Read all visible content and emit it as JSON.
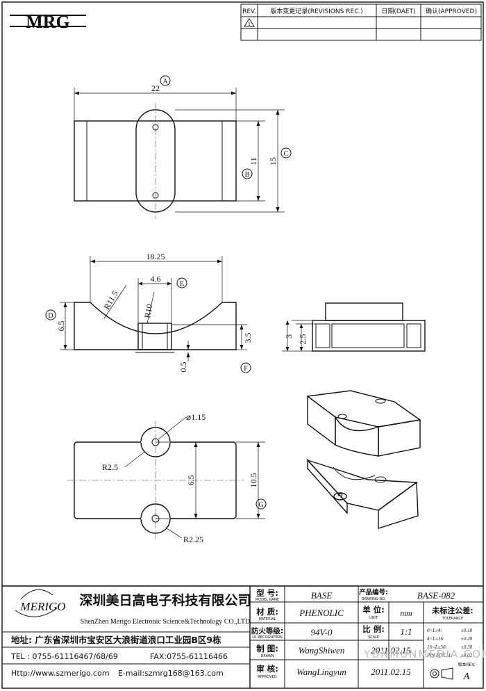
{
  "logo": {
    "brand": "MRG",
    "company_logo": "MERIGO"
  },
  "revisions": {
    "headers": [
      "REV.",
      "版本变更记录(REVISIONS REC.)",
      "日期(DAET)",
      "确认(APPROVED)"
    ],
    "first_rev_symbol": "1"
  },
  "top_view": {
    "width_dim": "22",
    "inner_height_dim": "11",
    "outer_height_dim": "15",
    "callout_a": "A",
    "callout_b": "B",
    "callout_c": "C"
  },
  "front_view": {
    "outer_width": "18.25",
    "slot_width": "4.6",
    "large_radius": "R11.5",
    "small_radius": "R10",
    "height": "6.5",
    "base_height": "3.5",
    "thickness": "0.5",
    "callout_d": "D",
    "callout_e": "E",
    "callout_f": "F"
  },
  "section_view": {
    "outer_dim": "3",
    "inner_dim": "2.5"
  },
  "bottom_view": {
    "hole_dia": "⌀1.15",
    "radius_small": "R2.5",
    "pin_pitch": "6.5",
    "height": "10.5",
    "radius_large": "R2.25",
    "callout_g": "G"
  },
  "title_block": {
    "company_cn": "深圳美日高电子科技有限公司",
    "company_en": "ShenZhen Merigo Electronic Science&Technology CO.,LTD",
    "address": "地址: 广东省深圳市宝安区大浪街道浪口工业园B区9栋",
    "tel": "TEL : 0755-61116467/68/69",
    "fax": "FAX:0755-61116466",
    "web": "Http://www.szmerigo.com",
    "email": "E-mail:szmrg168@163.com",
    "rows": [
      {
        "cn": "型 号:",
        "en": "MODEL NAME",
        "value": "BASE"
      },
      {
        "cn": "材 质:",
        "en": "MATERIAL",
        "value": "PHENOLIC"
      },
      {
        "cn": "防火等级:",
        "en": "UL RECOGNITION",
        "value": "94V-0"
      },
      {
        "cn": "制 图:",
        "en": "DRAWN",
        "value": "WangShiwen",
        "date": "2011.02.15"
      },
      {
        "cn": "审 核:",
        "en": "APPROVED",
        "value": "WangLingyun",
        "date": "2011.02.15"
      }
    ],
    "drawing_no_cn": "产品编号:",
    "drawing_no_en": "DRAWING NO.",
    "drawing_no": "BASE-082",
    "unit_cn": "单 位:",
    "unit_en": "UNIT",
    "unit": "mm",
    "scale_cn": "比 例:",
    "scale_en": "SCALE",
    "scale": "1:1",
    "tolerance_cn": "未标注公差:",
    "tolerance_en": "TOLERANCE",
    "tolerances": [
      {
        "range": "0<L≤4:",
        "tol": "±0.10"
      },
      {
        "range": "4<L≤16:",
        "tol": "±0.20"
      },
      {
        "range": "16<L≤50:",
        "tol": "±0.30"
      },
      {
        "range": "PIN PITCH:",
        "tol": "±0.02"
      }
    ],
    "rev_label": "版本REV.",
    "rev": "A"
  },
  "watermark": "YUNMUNMEDIA.COM"
}
